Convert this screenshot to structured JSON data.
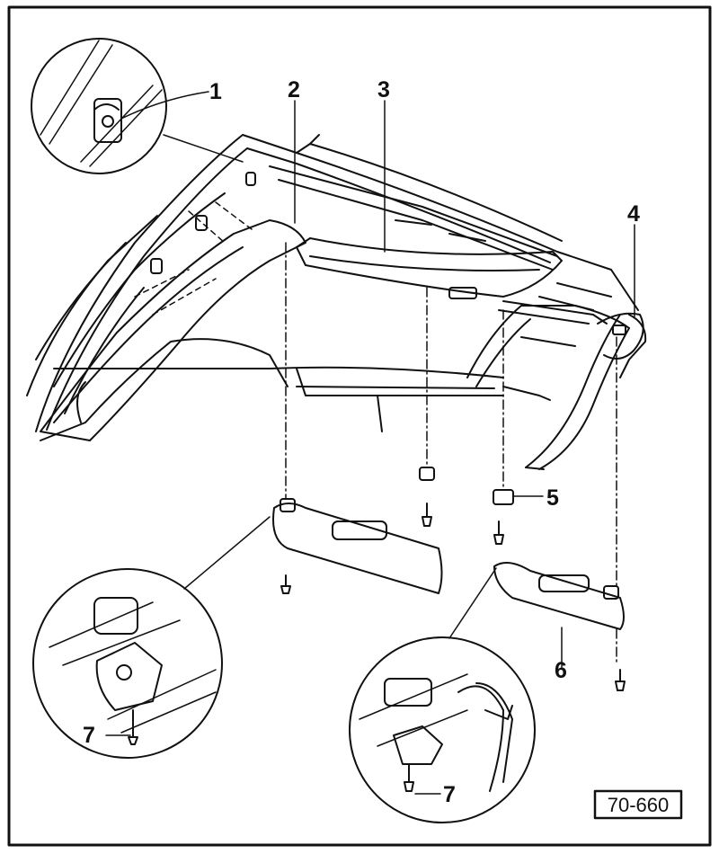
{
  "figure": {
    "reference_number": "70-660",
    "callouts": [
      {
        "id": "1",
        "text": "1"
      },
      {
        "id": "2",
        "text": "2"
      },
      {
        "id": "3",
        "text": "3"
      },
      {
        "id": "4",
        "text": "4"
      },
      {
        "id": "5",
        "text": "5"
      },
      {
        "id": "6",
        "text": "6"
      },
      {
        "id": "7a",
        "text": "7"
      },
      {
        "id": "7b",
        "text": "7"
      }
    ]
  }
}
